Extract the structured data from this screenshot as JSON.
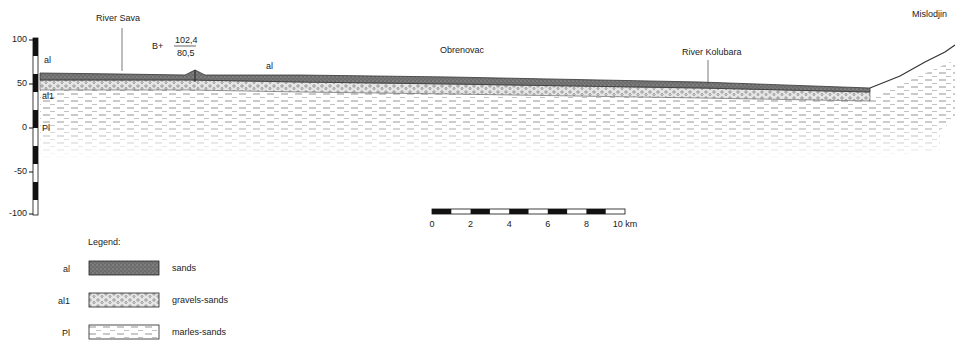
{
  "diagram": {
    "labels": [
      "River Sava",
      "B+",
      "102,4",
      "80,5",
      "al",
      "al",
      "Obrenovac",
      "River Kolubara",
      "Mislodjin",
      "100",
      "50",
      "0",
      "-50",
      "-100",
      "al1",
      "Pl",
      "Legend:",
      "al",
      "al1",
      "Pl",
      "0",
      "2",
      "4",
      "6",
      "8",
      "10 km"
    ],
    "legend": [
      {
        "text": "sands"
      },
      {
        "text": "gravels-sands"
      },
      {
        "text": "marles-sands"
      }
    ]
  }
}
